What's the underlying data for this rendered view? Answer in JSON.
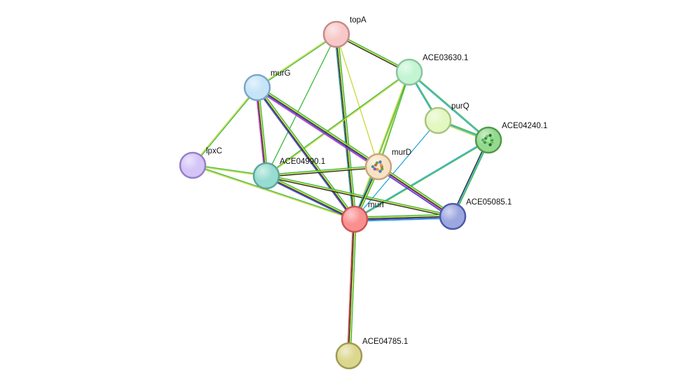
{
  "network": {
    "nodes": [
      {
        "id": "topA",
        "label": "topA",
        "fill": "#f8c8c8",
        "stroke": "#c48b8b"
      },
      {
        "id": "ACE03630.1",
        "label": "ACE03630.1",
        "fill": "#c3f5d2",
        "stroke": "#8bc49f"
      },
      {
        "id": "murG",
        "label": "murG",
        "fill": "#c6e4f8",
        "stroke": "#7aa6c8"
      },
      {
        "id": "purQ",
        "label": "purQ",
        "fill": "#e3f7c0",
        "stroke": "#a9c584"
      },
      {
        "id": "ACE04240.1",
        "label": "ACE04240.1",
        "fill": "#95d98f",
        "stroke": "#4f9a4a"
      },
      {
        "id": "lpxC",
        "label": "lpxC",
        "fill": "#d4c4f7",
        "stroke": "#957fc4"
      },
      {
        "id": "ACE04990.1",
        "label": "ACE04990.1",
        "fill": "#97dcd0",
        "stroke": "#5ba698"
      },
      {
        "id": "murD",
        "label": "murD",
        "fill": "#f8e2c4",
        "stroke": "#c9a57a"
      },
      {
        "id": "murI",
        "label": "murI",
        "fill": "#fa8f8f",
        "stroke": "#c95555"
      },
      {
        "id": "ACE05085.1",
        "label": "ACE05085.1",
        "fill": "#9ca7e0",
        "stroke": "#4d5aa8"
      },
      {
        "id": "ACE04785.1",
        "label": "ACE04785.1",
        "fill": "#dcd78f",
        "stroke": "#a09a52"
      }
    ],
    "edges": [
      {
        "source": "topA",
        "target": "ACE03630.1",
        "colors": [
          "#3cb83c",
          "#c8d83c",
          "#222222"
        ]
      },
      {
        "source": "topA",
        "target": "murG",
        "colors": [
          "#3cb83c",
          "#c8d83c"
        ]
      },
      {
        "source": "topA",
        "target": "murI",
        "colors": [
          "#3cb83c",
          "#c8d83c",
          "#222222",
          "#2a8a8a"
        ]
      },
      {
        "source": "topA",
        "target": "ACE04990.1",
        "colors": [
          "#3cb83c"
        ]
      },
      {
        "source": "topA",
        "target": "murD",
        "colors": [
          "#c8d83c"
        ]
      },
      {
        "source": "ACE03630.1",
        "target": "murD",
        "colors": [
          "#3cb83c",
          "#c8d83c"
        ]
      },
      {
        "source": "ACE03630.1",
        "target": "murI",
        "colors": [
          "#3cb83c",
          "#c8d83c"
        ]
      },
      {
        "source": "ACE03630.1",
        "target": "purQ",
        "colors": [
          "#3cb83c",
          "#2aa8d8"
        ]
      },
      {
        "source": "ACE03630.1",
        "target": "ACE04240.1",
        "colors": [
          "#3cb83c",
          "#2aa8d8"
        ]
      },
      {
        "source": "ACE03630.1",
        "target": "ACE04990.1",
        "colors": [
          "#c8d83c",
          "#3cb83c"
        ]
      },
      {
        "source": "murG",
        "target": "lpxC",
        "colors": [
          "#3cb83c",
          "#c8d83c"
        ]
      },
      {
        "source": "murG",
        "target": "ACE04990.1",
        "colors": [
          "#3cb83c",
          "#c8d83c",
          "#222222",
          "#c83cc8"
        ]
      },
      {
        "source": "murG",
        "target": "murD",
        "colors": [
          "#3cb83c",
          "#c8d83c",
          "#222222",
          "#3c3cd8",
          "#c83cc8"
        ]
      },
      {
        "source": "murG",
        "target": "murI",
        "colors": [
          "#3cb83c",
          "#c8d83c",
          "#222222",
          "#3c3cd8"
        ]
      },
      {
        "source": "purQ",
        "target": "ACE04240.1",
        "colors": [
          "#3cb83c",
          "#2aa8d8",
          "#c8d83c"
        ]
      },
      {
        "source": "purQ",
        "target": "murI",
        "colors": [
          "#2aa8d8"
        ]
      },
      {
        "source": "ACE04240.1",
        "target": "ACE05085.1",
        "colors": [
          "#3cb83c",
          "#2aa8d8",
          "#222222"
        ]
      },
      {
        "source": "ACE04240.1",
        "target": "murI",
        "colors": [
          "#3cb83c",
          "#2aa8d8"
        ]
      },
      {
        "source": "lpxC",
        "target": "ACE04990.1",
        "colors": [
          "#3cb83c",
          "#c8d83c"
        ]
      },
      {
        "source": "lpxC",
        "target": "murI",
        "colors": [
          "#3cb83c",
          "#c8d83c"
        ]
      },
      {
        "source": "ACE04990.1",
        "target": "murD",
        "colors": [
          "#3cb83c",
          "#c8d83c",
          "#222222"
        ]
      },
      {
        "source": "ACE04990.1",
        "target": "murI",
        "colors": [
          "#3cb83c",
          "#c8d83c",
          "#222222",
          "#3c3cd8"
        ]
      },
      {
        "source": "ACE04990.1",
        "target": "ACE05085.1",
        "colors": [
          "#3cb83c",
          "#c8d83c",
          "#222222"
        ]
      },
      {
        "source": "murD",
        "target": "murI",
        "colors": [
          "#3cb83c",
          "#c8d83c",
          "#222222",
          "#2aa8d8"
        ]
      },
      {
        "source": "murD",
        "target": "ACE05085.1",
        "colors": [
          "#3cb83c",
          "#c8d83c",
          "#222222",
          "#c83cc8",
          "#3c3cd8"
        ]
      },
      {
        "source": "murI",
        "target": "ACE05085.1",
        "colors": [
          "#3cb83c",
          "#c8d83c",
          "#222222",
          "#3c3cd8",
          "#2aa8d8"
        ]
      },
      {
        "source": "murI",
        "target": "ACE04785.1",
        "colors": [
          "#3cb83c",
          "#c8d83c",
          "#222222",
          "#d83c3c"
        ]
      }
    ]
  }
}
